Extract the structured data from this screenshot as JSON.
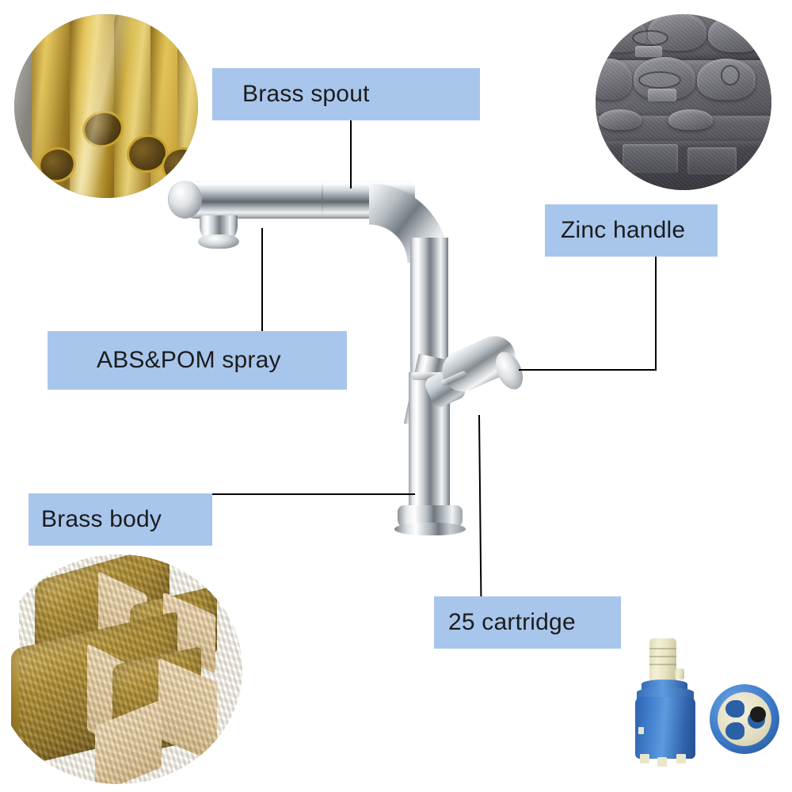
{
  "diagram": {
    "title": "Kitchen faucet material callout diagram",
    "subject": "pull-out chrome kitchen faucet",
    "background_color": "#ffffff",
    "label_background_color": "#a8c6ec",
    "label_text_color": "#1c1c1c",
    "leader_line_color": "#000000"
  },
  "callouts": [
    {
      "id": "brass-spout",
      "label": "Brass spout",
      "points_to": "horizontal spout arm",
      "leader": "vertical"
    },
    {
      "id": "zinc-handle",
      "label": "Zinc handle",
      "points_to": "lever handle",
      "leader": "elbow"
    },
    {
      "id": "abs-pom-spray",
      "label": "ABS&POM spray",
      "points_to": "spray nozzle under spout",
      "leader": "vertical"
    },
    {
      "id": "brass-body",
      "label": "Brass body",
      "points_to": "faucet body column",
      "leader": "horizontal"
    },
    {
      "id": "cartridge-25",
      "label": "25 cartridge",
      "points_to": "valve cartridge inside body",
      "leader": "vertical"
    }
  ],
  "material_photos": [
    {
      "id": "brass-tubes",
      "name": "brass-tube-stock-photo",
      "shape": "circle",
      "description": "stacked golden brass tubes",
      "position": "top-left"
    },
    {
      "id": "zinc-ingots",
      "name": "zinc-ingot-photo",
      "shape": "circle",
      "description": "stacked grey zinc alloy ingots",
      "position": "top-right"
    },
    {
      "id": "brass-ingots",
      "name": "brass-ingot-photo",
      "shape": "circle",
      "description": "cut golden brass ingot billets",
      "position": "bottom-left"
    },
    {
      "id": "ceramic-cartridge",
      "name": "ceramic-cartridge-photo",
      "shape": "rectangle",
      "description": "blue ceramic disc valve cartridge with three-port disc",
      "position": "bottom-right"
    }
  ]
}
